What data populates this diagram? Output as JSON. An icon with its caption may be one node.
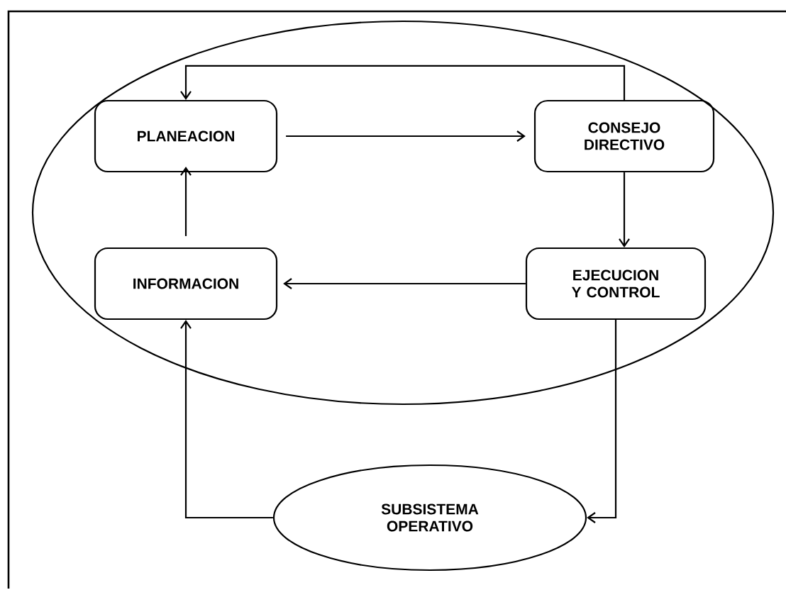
{
  "diagram": {
    "nodes": [
      {
        "text": [],
        "shape": "ellipse"
      },
      {
        "text": [
          "PLANEACION"
        ],
        "in": 0
      },
      {
        "text": [
          "CONSEJO DIRECTIVO"
        ],
        "in": 0
      },
      {
        "text": [
          "INFORMACION"
        ],
        "in": 0
      },
      {
        "text": [
          "EJECUCION Y CONTROL"
        ],
        "in": 0
      },
      {
        "text": [
          "SUBSISTEMA OPERATIVO"
        ]
      }
    ],
    "edges": [
      {
        "from": 1,
        "to": 2,
        "arrow": "to"
      },
      {
        "from": 2,
        "to": 1,
        "arrow": "to"
      },
      {
        "from": 2,
        "to": 4,
        "arrow": "to"
      },
      {
        "from": 4,
        "to": 3,
        "arrow": "to"
      },
      {
        "from": 3,
        "to": 1,
        "arrow": "to"
      },
      {
        "from": 4,
        "to": 5,
        "arrow": "to"
      },
      {
        "from": 5,
        "to": 3,
        "arrow": "to"
      }
    ]
  }
}
